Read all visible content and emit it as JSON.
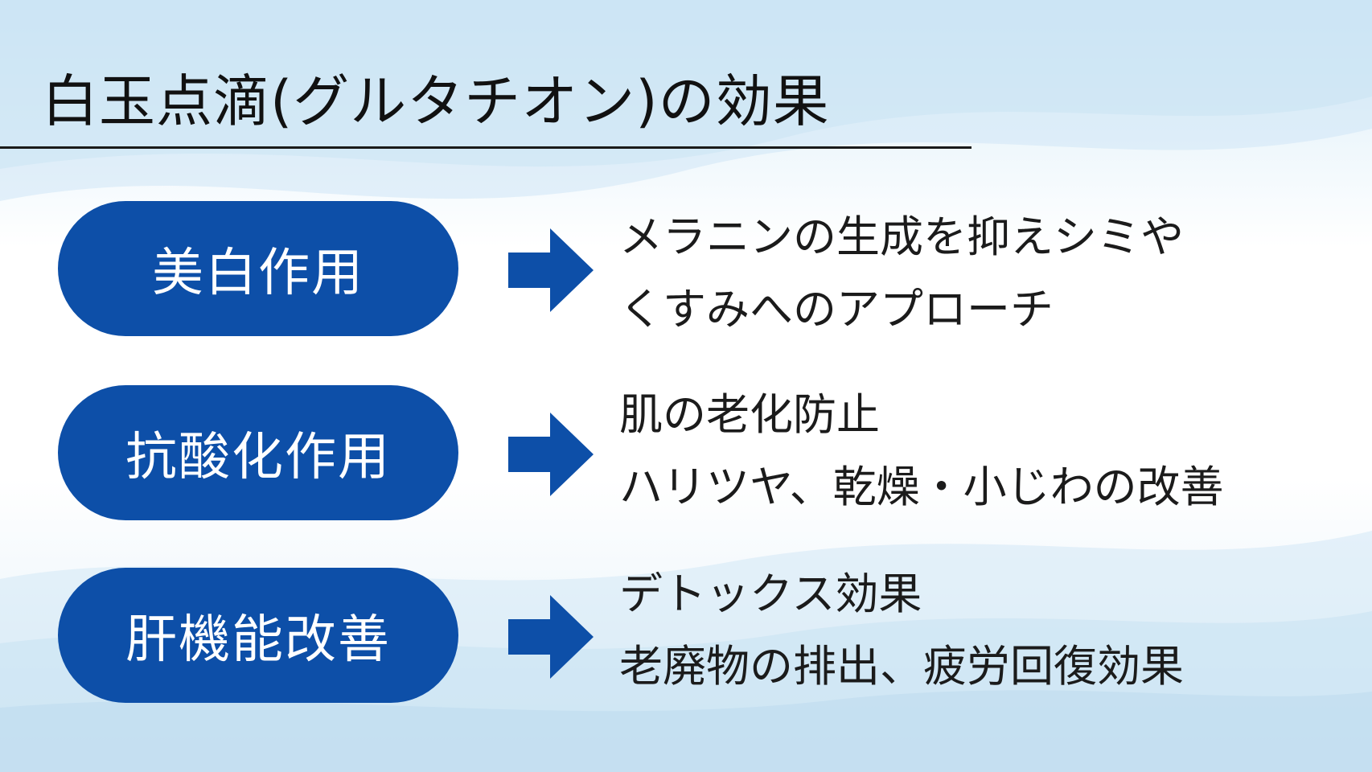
{
  "slide": {
    "title": "白玉点滴(グルタチオン)の効果",
    "rows": [
      {
        "label": "美白作用",
        "lines": [
          "メラニンの生成を抑えシミや",
          "くすみへのアプローチ"
        ]
      },
      {
        "label": "抗酸化作用",
        "lines": [
          "肌の老化防止",
          "ハリツヤ、乾燥・小じわの改善"
        ]
      },
      {
        "label": "肝機能改善",
        "lines": [
          "デトックス効果",
          "老廃物の排出、疲労回復効果"
        ]
      }
    ]
  },
  "colors": {
    "pill": "#0d4fa8",
    "arrow": "#0d4fa8",
    "text": "#1b1b1b",
    "background_tint": "#d7ecf8"
  },
  "icons": {
    "arrow": "arrow-right-icon"
  }
}
